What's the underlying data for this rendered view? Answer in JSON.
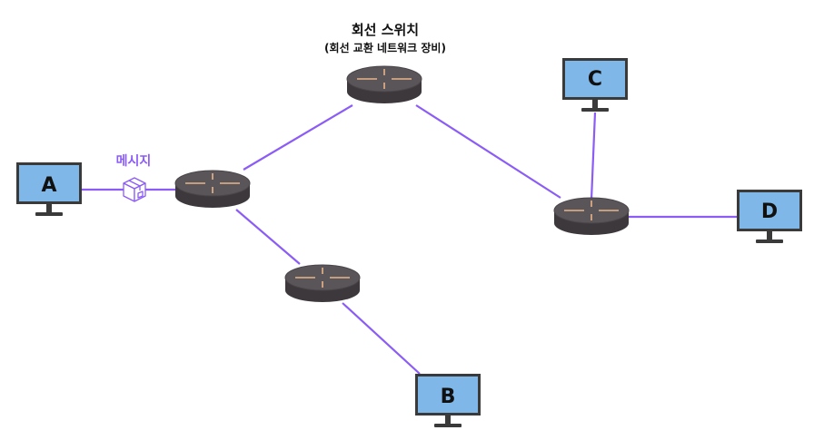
{
  "title": "회선 스위치",
  "subtitle": "(회선 교환 네트워크 장비)",
  "message_label": "메시지",
  "computers": [
    {
      "id": "pc-a",
      "label": "A"
    },
    {
      "id": "pc-b",
      "label": "B"
    },
    {
      "id": "pc-c",
      "label": "C"
    },
    {
      "id": "pc-d",
      "label": "D"
    }
  ],
  "switches": [
    "switch-left",
    "switch-top",
    "switch-bottom",
    "switch-right"
  ],
  "links": [
    [
      "pc-a",
      "switch-left"
    ],
    [
      "switch-left",
      "switch-top"
    ],
    [
      "switch-left",
      "switch-bottom"
    ],
    [
      "switch-bottom",
      "pc-b"
    ],
    [
      "switch-top",
      "switch-right"
    ],
    [
      "switch-right",
      "pc-c"
    ],
    [
      "switch-right",
      "pc-d"
    ]
  ],
  "colors": {
    "link": "#8b5cf6",
    "message": "#8b5cf6",
    "screen": "#7fb8e8",
    "monitor_frame": "#3a3a3a",
    "switch_body": "#4a4549",
    "switch_top": "#5a5559",
    "switch_marks": "#e8b48a"
  },
  "icons": {
    "message": "package-box-icon"
  }
}
